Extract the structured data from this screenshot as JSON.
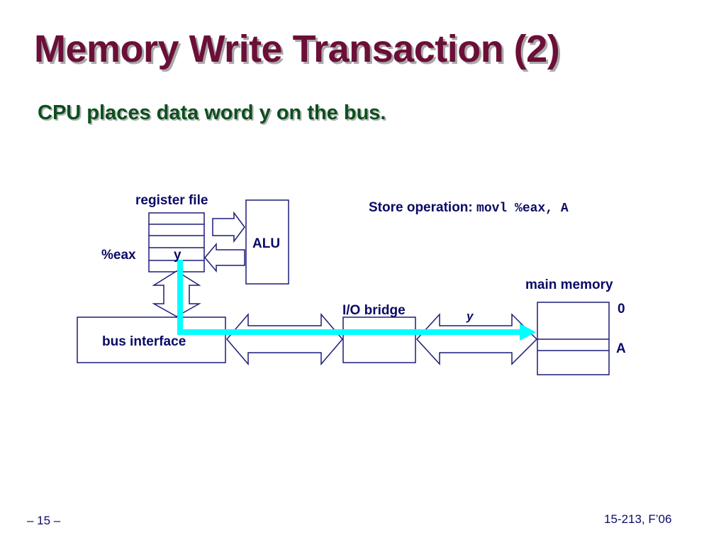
{
  "slide": {
    "title": "Memory Write Transaction (2)",
    "subtitle": "CPU places data word y on the bus.",
    "page_number": "– 15 –",
    "course": "15-213, F’06"
  },
  "diagram": {
    "register_file_label": "register file",
    "eax_label": "%eax",
    "eax_value": "y",
    "alu_label": "ALU",
    "bus_interface_label": "bus interface",
    "io_bridge_label": "I/O bridge",
    "memory_bus_value": "y",
    "main_memory_label": "main memory",
    "memory_address_0": "0",
    "memory_address_a": "A",
    "store_op_label": "Store operation:",
    "store_op_code": "movl %eax, A",
    "colors": {
      "line": "#1c1c78",
      "data_path": "#00ffff",
      "title": "#6b0f38",
      "subtitle": "#0d4f1e"
    }
  }
}
